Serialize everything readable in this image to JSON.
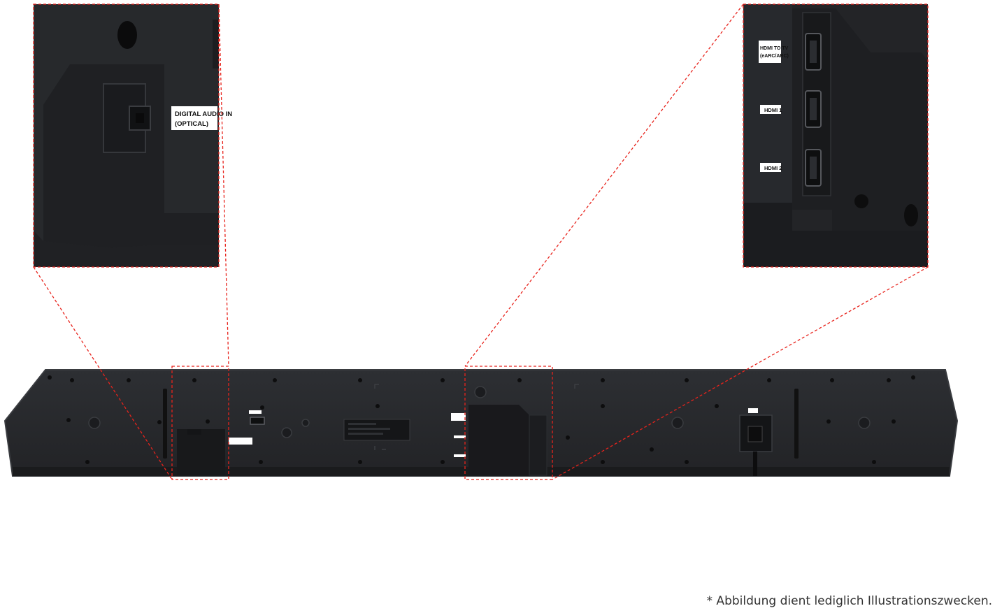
{
  "labels": {
    "optical_line1": "DIGITAL AUDIO IN",
    "optical_line2": "(OPTICAL)",
    "hdmi_tv_line1": "HDMI TO TV",
    "hdmi_tv_line2": "(eARC/ARC)",
    "hdmi1": "HDMI 1",
    "hdmi2": "HDMI 2"
  },
  "disclaimer": "* Abbildung dient lediglich Illustrationszwecken.",
  "colors": {
    "highlight": "#e8231c",
    "device_body": "#26282b",
    "device_edge": "#3a3c40"
  }
}
